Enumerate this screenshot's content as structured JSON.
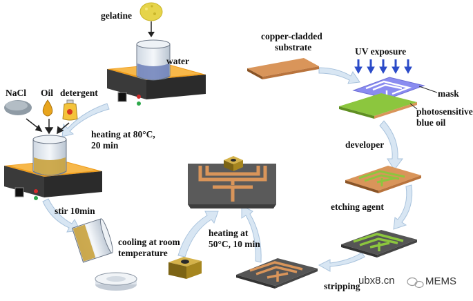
{
  "labels": {
    "gelatine": "gelatine",
    "water": "water",
    "nacl": "NaCl",
    "oil": "Oil",
    "detergent": "detergent",
    "heating_80_line1": "heating at 80°C,",
    "heating_80_line2": "20 min",
    "stir": "stir 10min",
    "cooling_line1": "cooling at room",
    "cooling_line2": "temperature",
    "heating_50_line1": "heating at",
    "heating_50_line2": "50°C, 10 min",
    "copper_line1": "copper-cladded",
    "copper_line2": "substrate",
    "uv": "UV exposure",
    "mask": "mask",
    "photo_line1": "photosensitive",
    "photo_line2": "blue oil",
    "developer": "developer",
    "etching": "etching agent",
    "stripping": "stripping"
  },
  "watermark": {
    "site": "ubx8.cn",
    "account": "MEMS"
  },
  "colors": {
    "copper": "#D9955A",
    "copper_dark": "#B9743D",
    "green_oil": "#8CC63E",
    "mask_purple": "#8A8CF0",
    "uv_blue": "#2B4BC8",
    "arrow_fill": "#D8E6F3",
    "arrow_stroke": "#A9C3DD",
    "hotplate_orange": "#F6A623",
    "gelatine_yellow": "#E6D44A"
  }
}
